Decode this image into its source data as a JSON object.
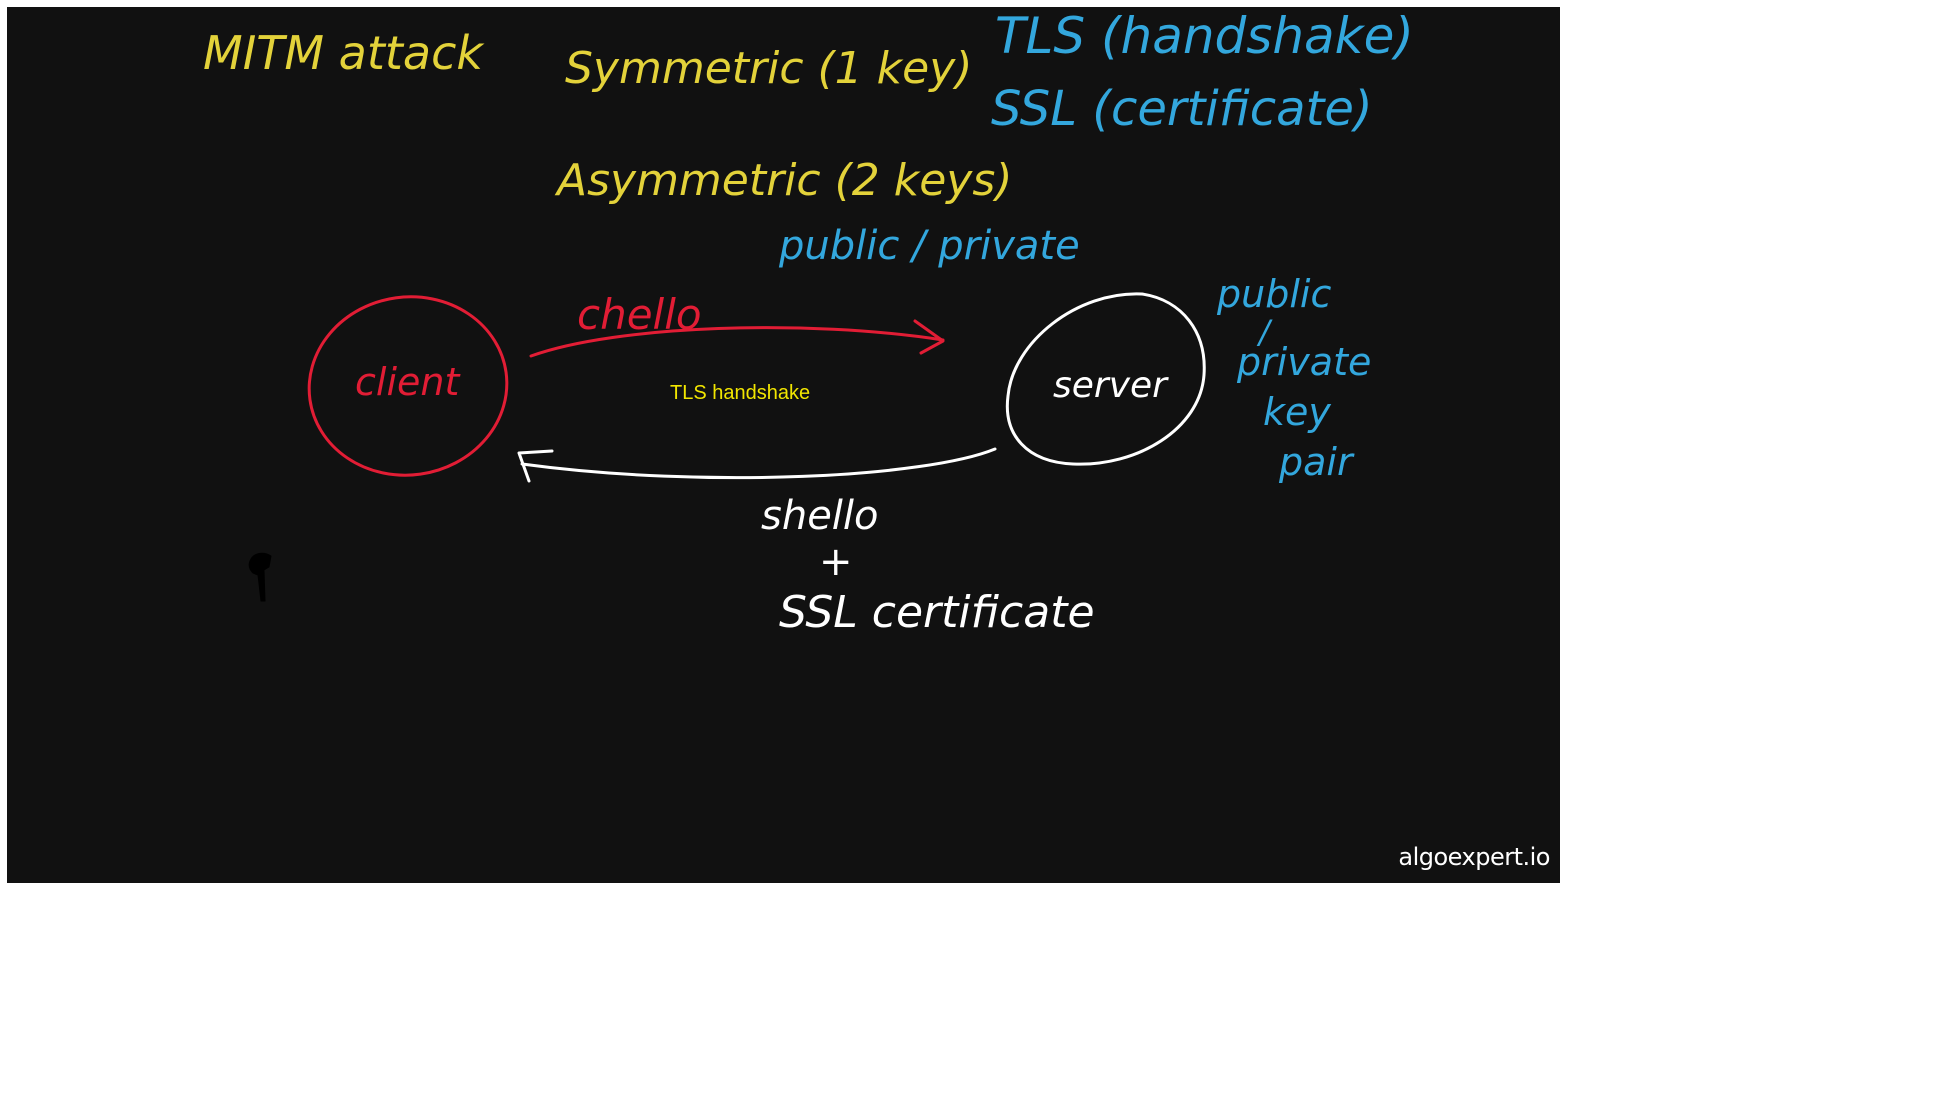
{
  "colors": {
    "background": "#111111",
    "yellow": "#e3d23a",
    "blue": "#33a7dd",
    "red": "#e21d35",
    "white": "#ffffff",
    "typed_label": "#f2e600"
  },
  "notes": {
    "mitm": "MITM attack",
    "symmetric": "Symmetric (1 key)",
    "asymmetric": "Asymmetric (2 keys)",
    "public_private": "public / private",
    "tls": "TLS (handshake)",
    "ssl": "SSL (certificate)"
  },
  "diagram": {
    "client_label": "client",
    "server_label": "server",
    "client_hello": "chello",
    "handshake_label": "TLS handshake",
    "server_hello": "shello",
    "plus": "+",
    "ssl_certificate": "SSL certificate",
    "key_pair": [
      "public",
      "/",
      "private",
      "key",
      "pair"
    ]
  },
  "watermark": "algoexpert.io"
}
